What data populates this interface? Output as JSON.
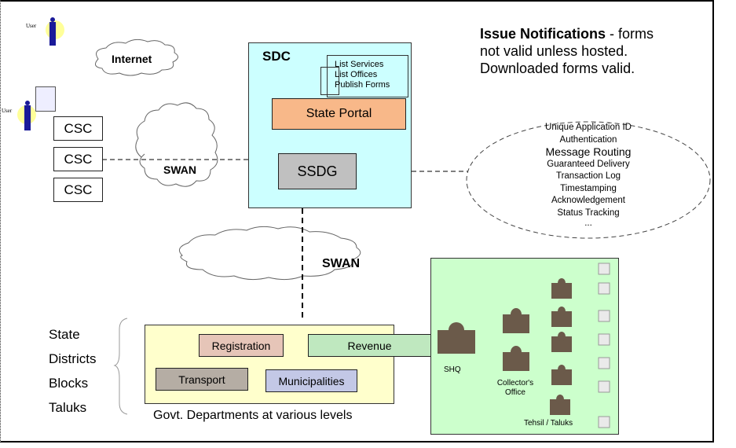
{
  "users": {
    "top_user_label": "User",
    "left_user_label": "User"
  },
  "clouds": {
    "internet": "Internet",
    "swan_left": "SWAN",
    "swan_center": "SWAN"
  },
  "csc_boxes": [
    "CSC",
    "CSC",
    "CSC"
  ],
  "sdc": {
    "title": "SDC",
    "portal_items": [
      "List Services",
      "List Offices",
      "Publish Forms"
    ],
    "state_portal": "State Portal",
    "ssdg": "SSDG"
  },
  "notice": {
    "bold": "Issue Notifications",
    "rest_line1": " - forms",
    "line2": "not valid unless hosted.",
    "line3": "Downloaded forms valid."
  },
  "ssdg_features": [
    "Unique Application ID",
    "Authentication",
    "Message Routing",
    "Guaranteed Delivery",
    "Transaction Log",
    "Timestamping",
    "Acknowledgement",
    "Status Tracking",
    "..."
  ],
  "levels": [
    "State",
    "Districts",
    "Blocks",
    "Taluks"
  ],
  "departments": {
    "registration": "Registration",
    "revenue": "Revenue",
    "transport": "Transport",
    "municipalities": "Municipalities",
    "caption": "Govt. Departments at various levels"
  },
  "hierarchy": {
    "shq": "SHQ",
    "collector": "Collector's",
    "collector2": "Office",
    "tehsil": "Tehsil / Taluks"
  },
  "colors": {
    "sdc_bg": "#ccffff",
    "portal_bg": "#f8b889",
    "ssdg_bg": "#c0c0c0",
    "dept_bg": "#ffffcc",
    "registration_bg": "#e6c5b8",
    "revenue_bg": "#bfe8bf",
    "transport_bg": "#b5ada4",
    "municipalities_bg": "#c3c8e6",
    "green_panel": "#ccffcc"
  }
}
